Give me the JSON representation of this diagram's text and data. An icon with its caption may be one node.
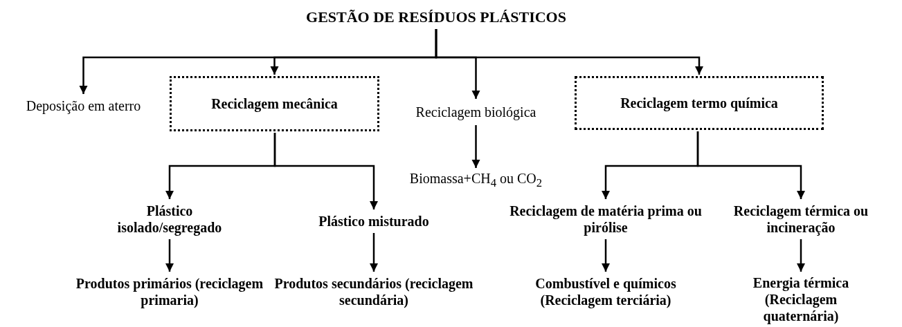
{
  "diagram": {
    "nodes": [
      {
        "text": [
          "GESTÃO DE RESÍDUOS PLÁSTICOS"
        ]
      },
      {
        "text": [
          "Deposição em aterro"
        ]
      },
      {
        "text": [
          "Reciclagem mecânica"
        ]
      },
      {
        "text": [
          "Reciclagem biológica"
        ]
      },
      {
        "text": [
          "Reciclagem termo química"
        ]
      },
      {
        "text": [
          "Biomassa+CH$_{4}$ ou CO$_{2}$"
        ]
      },
      {
        "text": [
          "Plástico isolado/segregado"
        ]
      },
      {
        "text": [
          "Plástico misturado"
        ]
      },
      {
        "text": [
          "Reciclagem de matéria prima ou pirólise"
        ]
      },
      {
        "text": [
          "Reciclagem térmica ou incineração"
        ]
      },
      {
        "text": [
          "Produtos primários (reciclagem primaria)"
        ]
      },
      {
        "text": [
          "Produtos secundários (reciclagem secundária)"
        ]
      },
      {
        "text": [
          "Combustível e químicos (Reciclagem terciária)"
        ]
      },
      {
        "text": [
          "Energia térmica (Reciclagem quaternária)"
        ]
      }
    ],
    "edges": [
      {
        "from": 0,
        "to": 1,
        "arrow": "to"
      },
      {
        "from": 0,
        "to": 2,
        "arrow": "to"
      },
      {
        "from": 0,
        "to": 3,
        "arrow": "to"
      },
      {
        "from": 0,
        "to": 4,
        "arrow": "to"
      },
      {
        "from": 3,
        "to": 5,
        "arrow": "to"
      },
      {
        "from": 2,
        "to": 6,
        "arrow": "to"
      },
      {
        "from": 2,
        "to": 7,
        "arrow": "to"
      },
      {
        "from": 4,
        "to": 8,
        "arrow": "to"
      },
      {
        "from": 4,
        "to": 9,
        "arrow": "to"
      },
      {
        "from": 6,
        "to": 10,
        "arrow": "to"
      },
      {
        "from": 7,
        "to": 11,
        "arrow": "to"
      },
      {
        "from": 8,
        "to": 12,
        "arrow": "to"
      },
      {
        "from": 9,
        "to": 13,
        "arrow": "to"
      }
    ]
  }
}
